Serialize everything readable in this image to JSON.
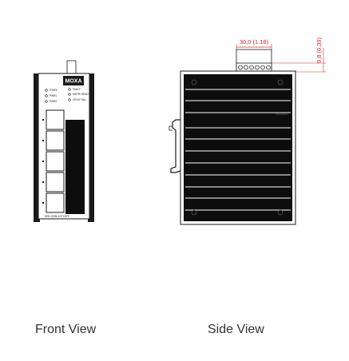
{
  "captions": {
    "front": "Front View",
    "side": "Side View"
  },
  "front_view": {
    "brand": "MOXA",
    "led_labels_left": [
      "STATE",
      "PWR1",
      "PWR2"
    ],
    "led_labels_right": [
      "FAULT",
      "MSTR/ HEAD",
      "CPLR/ TAIL"
    ],
    "port_count": 5,
    "model_label": "EDS-G205-1GTXSFP"
  },
  "side_view": {
    "width_dimension": "30,0 (1.18)",
    "height_dimension": "9,8 (0,39)",
    "terminal_pins": 6
  },
  "colors": {
    "outline": "#1a1a1a",
    "body_fill": "#0d0d0d",
    "dimension": "#d22a2a",
    "caption": "#333333"
  }
}
